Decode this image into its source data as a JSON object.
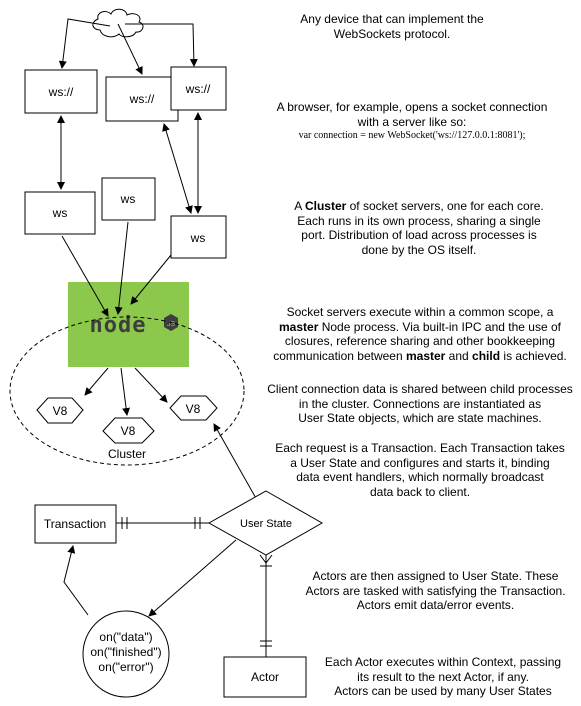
{
  "nodes": {
    "ws1": "ws://",
    "ws2": "ws://",
    "ws3": "ws://",
    "wsa": "ws",
    "wsb": "ws",
    "wsc": "ws",
    "v8a": "V8",
    "v8b": "V8",
    "v8c": "V8",
    "cluster": "Cluster",
    "transaction": "Transaction",
    "user_state": "User State",
    "actor": "Actor",
    "events": [
      "on(\"data\")",
      "on(\"finished\")",
      "on(\"error\")"
    ],
    "node_logo_text": "node",
    "node_logo_badge": "JS"
  },
  "notes": {
    "devices": [
      "Any device that can implement the",
      "WebSockets protocol."
    ],
    "browser": [
      "A browser, for example, opens a socket connection",
      "with a server like so:"
    ],
    "code": "var connection = new WebSocket('ws://127.0.0.1:8081');",
    "cluster": {
      "prefix": "A ",
      "bold": "Cluster",
      "rest": " of socket servers, one for each core.",
      "lines": [
        "Each runs in its own process, sharing a single",
        "port. Distribution of load across processes is",
        "done by the OS itself."
      ]
    },
    "master": {
      "line1": "Socket servers execute within a common scope, a",
      "bold1": "master",
      "line2_rest": " Node process. Via built-in IPC and the use of",
      "line3": "closures, reference sharing and other bookkeeping",
      "line4_pre": "communication between ",
      "bold2": "master",
      "line4_mid": " and ",
      "bold3": "child",
      "line4_post": " is achieved."
    },
    "client_data": [
      "Client connection data is shared between child processes",
      "in the cluster. Connections are instantiated as",
      "User State objects, which are state machines."
    ],
    "transaction": [
      "Each request is a Transaction. Each Transaction takes",
      "a User State and configures and starts it, binding",
      "data event handlers, which normally broadcast",
      "data back to client."
    ],
    "actors": [
      "Actors are then assigned to User State. These",
      "Actors are tasked with satisfying the Transaction.",
      "Actors emit data/error events."
    ],
    "context": [
      "Each Actor executes within Context, passing",
      "its result to the next Actor, if any.",
      "Actors can be used by many User States"
    ]
  },
  "colors": {
    "node_green": "#8cc84b",
    "node_dark": "#3e3e3e",
    "stroke": "#000000"
  }
}
